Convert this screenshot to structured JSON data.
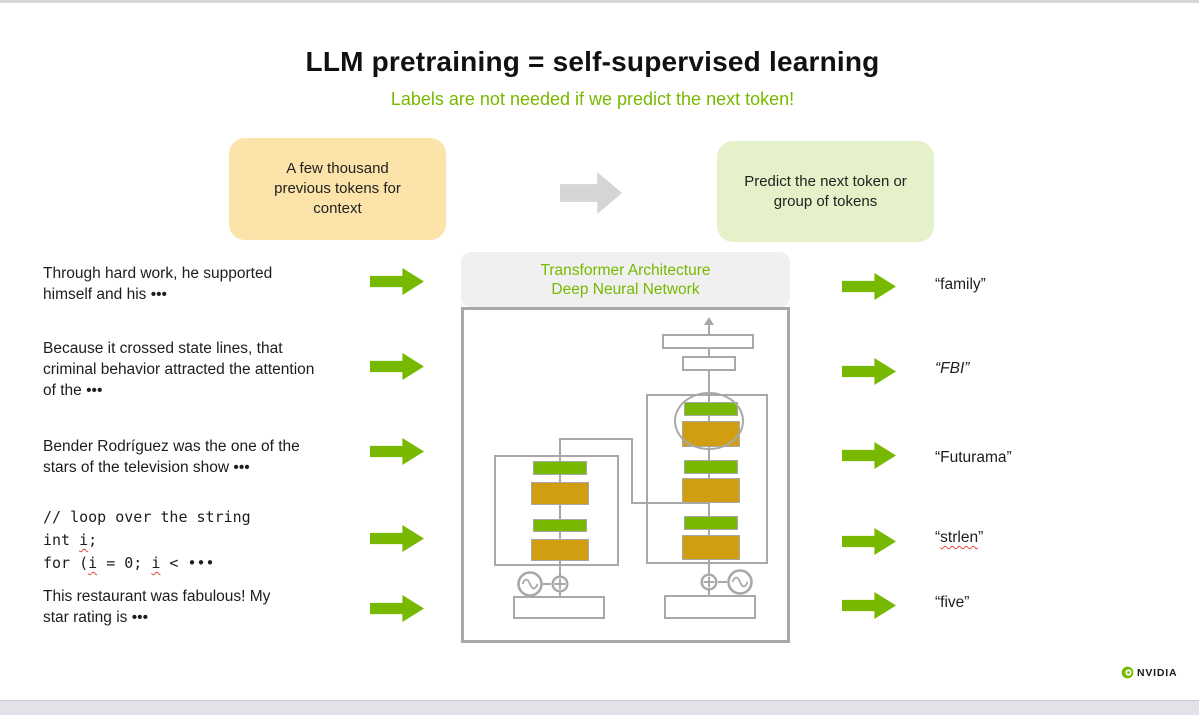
{
  "title": "LLM pretraining = self-supervised learning",
  "subtitle": "Labels are not needed if we predict the next token!",
  "flow": {
    "context_box": "A few thousand\nprevious tokens for\ncontext",
    "predict_box": "Predict the next token or\ngroup of tokens"
  },
  "model_label": "Transformer Architecture\nDeep Neural Network",
  "examples": [
    {
      "prompt": "Through hard work, he supported\nhimself and his •••",
      "completion": "“family”"
    },
    {
      "prompt": "Because it crossed state lines, that\ncriminal behavior attracted the attention\nof the •••",
      "completion": "“FBI”"
    },
    {
      "prompt": "Bender Rodríguez was the one of the\nstars of the television show •••",
      "completion": "“Futurama”"
    },
    {
      "completion_parts": {
        "open": "“",
        "word": "strlen",
        "close": "”"
      }
    },
    {
      "prompt": "This restaurant was fabulous! My\nstar rating is •••",
      "completion": "“five”"
    }
  ],
  "code": {
    "line1": "// loop over the string",
    "l2a": "int ",
    "l2b": "i",
    "l2c": ";",
    "l3a": "for (",
    "l3b": "i",
    "l3c": " = 0; ",
    "l3d": "i",
    "l3e": " < •••"
  },
  "colors": {
    "accent_green": "#76B900",
    "bar_gold": "#D09E10",
    "context_box_fill": "#FBE3A9",
    "predict_box_fill": "#E5F1C9",
    "diagram_gray": "#A8A8A8"
  },
  "branding": {
    "logo_text": "NVIDIA"
  }
}
